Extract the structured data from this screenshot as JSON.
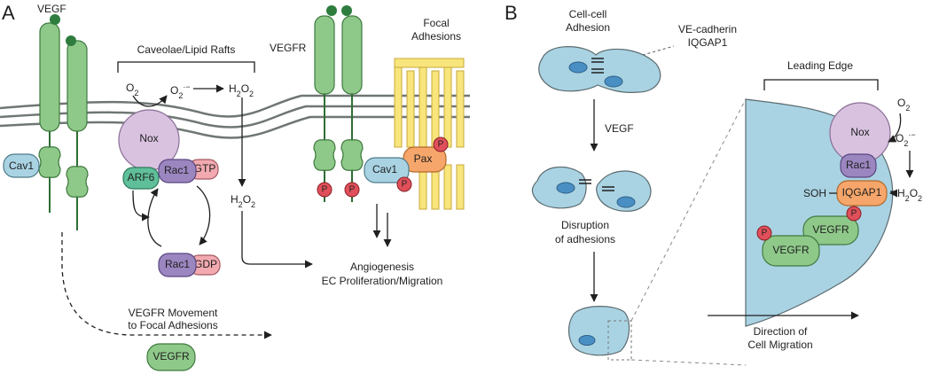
{
  "panel_a": {
    "letter": "A",
    "vegf": "VEGF",
    "cav1_left": "Cav1",
    "caveolae": "Caveolae/Lipid Rafts",
    "o2": "O",
    "o2_sub": "2",
    "o2minus": "O",
    "o2minus_sub": "2",
    "o2minus_sup": "·−",
    "h2o2_top": "H",
    "h2o2_mid": "O",
    "h2o2_sub": "2",
    "nox": "Nox",
    "arf6": "ARF6",
    "rac1_gtp": "Rac1",
    "gtp": "GTP",
    "rac1_gdp": "Rac1",
    "gdp": "GDP",
    "vegfr": "VEGFR",
    "focal": "Focal",
    "adhesions": "Adhesions",
    "pax": "Pax",
    "cav1_right": "Cav1",
    "p": "P",
    "angiogenesis": "Angiogenesis",
    "ec_prolif": "EC Proliferation/Migration",
    "movement1": "VEGFR Movement",
    "movement2": "to Focal Adhesions",
    "vegfr_free": "VEGFR"
  },
  "panel_b": {
    "letter": "B",
    "cellcell1": "Cell-cell",
    "cellcell2": "Adhesion",
    "vecad": "VE-cadherin",
    "iqgap_lbl": "IQGAP1",
    "vegf": "VEGF",
    "disrupt1": "Disruption",
    "disrupt2": "of adhesions",
    "leading": "Leading Edge",
    "nox": "Nox",
    "rac1": "Rac1",
    "iqgap1": "IQGAP1",
    "soh": "SOH",
    "vegfr1": "VEGFR",
    "vegfr2": "VEGFR",
    "o2": "O",
    "o2_sub": "2",
    "o2minus": "O",
    "o2minus_sub": "2",
    "o2minus_sup": "·−",
    "h2o2_h": "H",
    "h2o2_o": "O",
    "h2o2_sub": "2",
    "p": "P",
    "direction1": "Direction of",
    "direction2": "Cell Migration"
  },
  "colors": {
    "receptor": "#8fc98a",
    "nox": "#d9c2e0",
    "rac1": "#9b86c0",
    "gtp_gdp": "#f2a9b0",
    "arf6": "#5fbf9a",
    "cav1": "#a9d3e3",
    "pax": "#f6a66a",
    "phospho": "#e0505a",
    "focal": "#f8e57c",
    "iqgap1": "#f6a66a",
    "cell": "#a9d3e3"
  }
}
